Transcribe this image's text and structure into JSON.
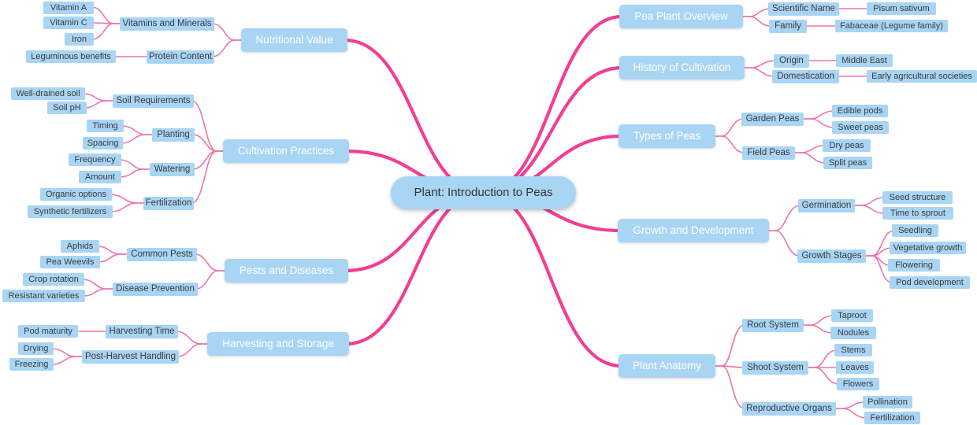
{
  "root": {
    "label": "Plant: Introduction to Peas"
  },
  "left": [
    {
      "label": "Nutritional Value",
      "children": [
        {
          "label": "Vitamins and Minerals",
          "children": [
            {
              "label": "Vitamin A"
            },
            {
              "label": "Vitamin C"
            },
            {
              "label": "Iron"
            }
          ]
        },
        {
          "label": "Protein Content",
          "children": [
            {
              "label": "Leguminous benefits"
            }
          ]
        }
      ]
    },
    {
      "label": "Cultivation Practices",
      "children": [
        {
          "label": "Soil Requirements",
          "children": [
            {
              "label": "Well-drained soil"
            },
            {
              "label": "Soil pH"
            }
          ]
        },
        {
          "label": "Planting",
          "children": [
            {
              "label": "Timing"
            },
            {
              "label": "Spacing"
            }
          ]
        },
        {
          "label": "Watering",
          "children": [
            {
              "label": "Frequency"
            },
            {
              "label": "Amount"
            }
          ]
        },
        {
          "label": "Fertilization",
          "children": [
            {
              "label": "Organic options"
            },
            {
              "label": "Synthetic fertilizers"
            }
          ]
        }
      ]
    },
    {
      "label": "Pests and Diseases",
      "children": [
        {
          "label": "Common Pests",
          "children": [
            {
              "label": "Aphids"
            },
            {
              "label": "Pea Weevils"
            }
          ]
        },
        {
          "label": "Disease Prevention",
          "children": [
            {
              "label": "Crop rotation"
            },
            {
              "label": "Resistant varieties"
            }
          ]
        }
      ]
    },
    {
      "label": "Harvesting and Storage",
      "children": [
        {
          "label": "Harvesting Time",
          "children": [
            {
              "label": "Pod maturity"
            }
          ]
        },
        {
          "label": "Post-Harvest Handling",
          "children": [
            {
              "label": "Drying"
            },
            {
              "label": "Freezing"
            }
          ]
        }
      ]
    }
  ],
  "right": [
    {
      "label": "Pea Plant Overview",
      "children": [
        {
          "label": "Scientific Name",
          "children": [
            {
              "label": "Pisum sativum"
            }
          ]
        },
        {
          "label": "Family",
          "children": [
            {
              "label": "Fabaceae (Legume family)"
            }
          ]
        }
      ]
    },
    {
      "label": "History of Cultivation",
      "children": [
        {
          "label": "Origin",
          "children": [
            {
              "label": "Middle East"
            }
          ]
        },
        {
          "label": "Domestication",
          "children": [
            {
              "label": "Early agricultural societies"
            }
          ]
        }
      ]
    },
    {
      "label": "Types of Peas",
      "children": [
        {
          "label": "Garden Peas",
          "children": [
            {
              "label": "Edible pods"
            },
            {
              "label": "Sweet peas"
            }
          ]
        },
        {
          "label": "Field Peas",
          "children": [
            {
              "label": "Dry peas"
            },
            {
              "label": "Split peas"
            }
          ]
        }
      ]
    },
    {
      "label": "Growth and Development",
      "children": [
        {
          "label": "Germination",
          "children": [
            {
              "label": "Seed structure"
            },
            {
              "label": "Time to sprout"
            }
          ]
        },
        {
          "label": "Growth Stages",
          "children": [
            {
              "label": "Seedling"
            },
            {
              "label": "Vegetative growth"
            },
            {
              "label": "Flowering"
            },
            {
              "label": "Pod development"
            }
          ]
        }
      ]
    },
    {
      "label": "Plant Anatomy",
      "children": [
        {
          "label": "Root System",
          "children": [
            {
              "label": "Taproot"
            },
            {
              "label": "Nodules"
            }
          ]
        },
        {
          "label": "Shoot System",
          "children": [
            {
              "label": "Stems"
            },
            {
              "label": "Leaves"
            },
            {
              "label": "Flowers"
            }
          ]
        },
        {
          "label": "Reproductive Organs",
          "children": [
            {
              "label": "Pollination"
            },
            {
              "label": "Fertilization"
            }
          ]
        }
      ]
    }
  ],
  "colors": {
    "node_bg": "#a9d5f5",
    "branch_text": "#ffffff",
    "node_text": "#3a3a3a",
    "link_main": "#f23e93",
    "link_thin": "#f173a7"
  }
}
